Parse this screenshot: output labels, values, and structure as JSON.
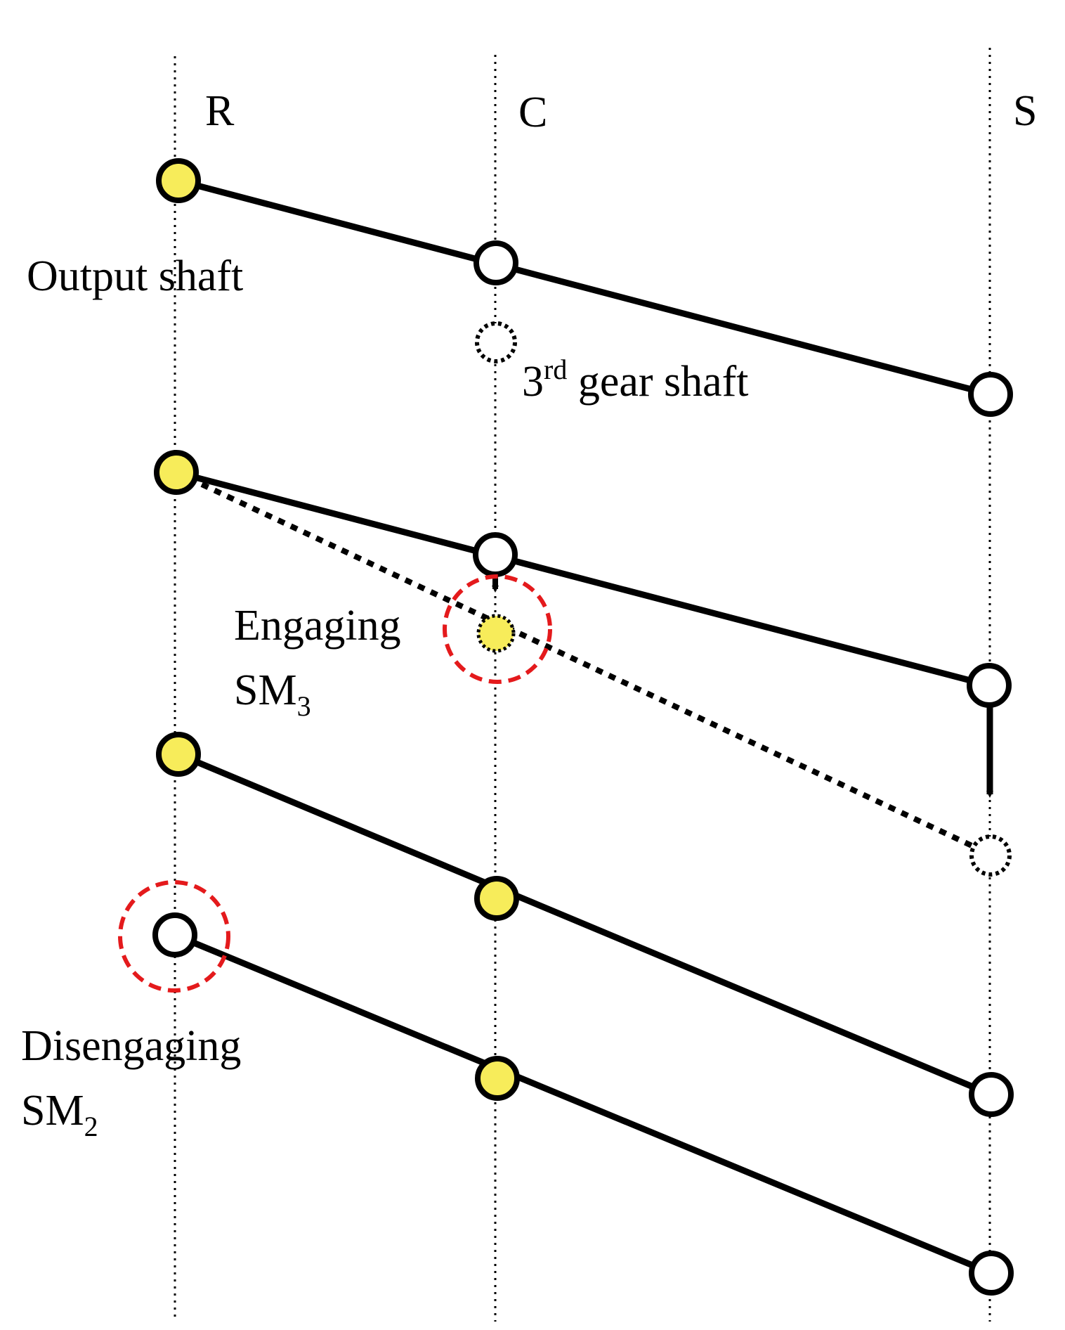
{
  "axes": {
    "r_label": "R",
    "c_label": "C",
    "s_label": "S"
  },
  "labels": {
    "output_shaft": "Output shaft",
    "third_gear_base": "3",
    "third_gear_sup": "rd",
    "third_gear_rest": " gear shaft",
    "engaging": "Engaging",
    "engaging_sm": "SM",
    "engaging_sub": "3",
    "disengaging": "Disengaging",
    "disengaging_sm": "SM",
    "disengaging_sub": "2"
  },
  "colors": {
    "engaged_node": "#f7ec5a",
    "free_node": "#ffffff",
    "highlight_ring": "#e41a1c",
    "line": "#000000"
  }
}
